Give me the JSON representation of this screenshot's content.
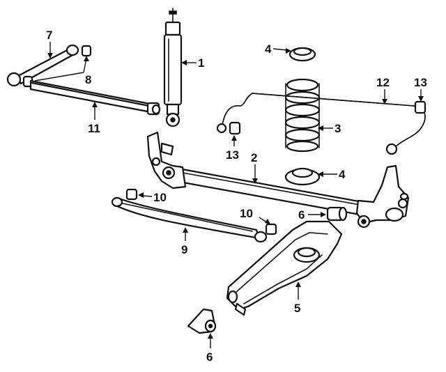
{
  "callouts": {
    "shock_absorber": "1",
    "axle_tube": "2",
    "coil_spring": "3",
    "upper_spring_seat": "4",
    "lower_spring_seat": "4",
    "bushing_axle": "6",
    "bushing_bottom": "6",
    "lower_arm": "5",
    "upper_link": "7",
    "link_bushings": "8",
    "track_bar": "9",
    "bar_bushing_left": "10",
    "bar_bushing_right": "10",
    "lower_link": "11",
    "stabilizer_bar": "12",
    "stabilizer_bushing_left": "13",
    "stabilizer_bushing_right": "13"
  },
  "colors": {
    "ink": "#111111",
    "background": "#ffffff"
  }
}
